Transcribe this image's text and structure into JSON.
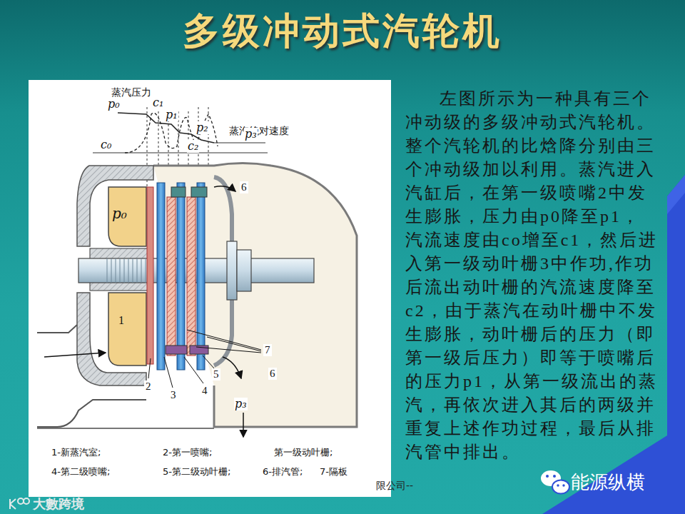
{
  "diagram": {
    "title": "多级冲动式汽轮机",
    "labels": [
      "左图所示为一种具有三个冲动级的多级冲动式汽轮机。整个汽轮机的比焓降分别由三个冲动级加以利用。蒸汽进入汽缸后，在第一级喷嘴2中发生膨胀，压力由p0降至p1，汽流速度由co增至c1，然后进入第一级动叶栅3中作功,作功后流出动叶栅的汽流速度降至c2，由于蒸汽在动叶栅中不发生膨胀，动叶栅后的压力（即第一级后压力）即等于喷嘴后的压力p1，从第一级流出的蒸汽，再依次进入其后的两级并重复上述作功过程，最后从排汽管中排出。",
      "蒸汽压力",
      "p₀",
      "c₁",
      "p₁",
      "p₂",
      "蒸汽绝对速度",
      "c₀",
      "c₂",
      "p₃",
      "6",
      "p₀",
      "1",
      "7",
      "2",
      "3",
      "4",
      "5",
      "6",
      "p₃",
      "1-新蒸汽室;",
      "2-第一喷嘴;",
      "第一级动叶栅;",
      "4-第二级喷嘴;",
      "5-第二级动叶栅;",
      "6-排汽管;",
      "7-隔板",
      "限公司--",
      "大數跨境",
      "能源纵横"
    ]
  }
}
